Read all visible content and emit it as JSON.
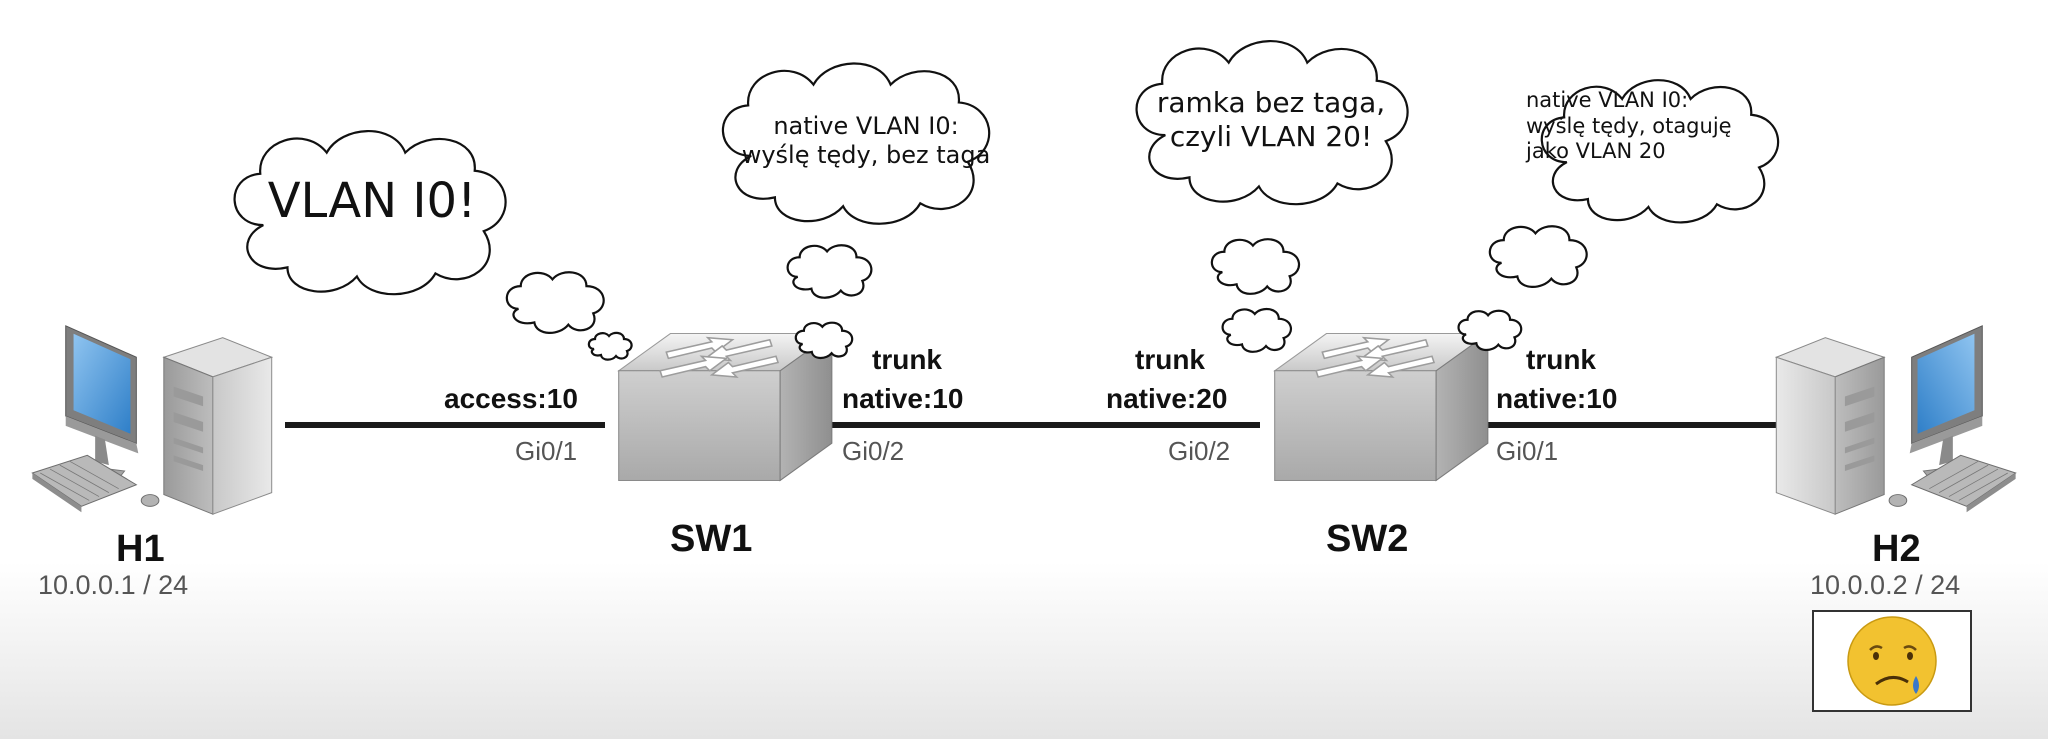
{
  "hosts": {
    "h1": {
      "name": "H1",
      "ip": "10.0.0.1 / 24"
    },
    "h2": {
      "name": "H2",
      "ip": "10.0.0.2 / 24"
    }
  },
  "switches": {
    "sw1": {
      "name": "SW1",
      "left_port": {
        "mode": "access:10",
        "iface": "Gi0/1"
      },
      "right_port": {
        "mode": "trunk",
        "native": "native:10",
        "iface": "Gi0/2"
      }
    },
    "sw2": {
      "name": "SW2",
      "left_port": {
        "mode": "trunk",
        "native": "native:20",
        "iface": "Gi0/2"
      },
      "right_port": {
        "mode": "trunk",
        "native": "native:10",
        "iface": "Gi0/1"
      }
    }
  },
  "thoughts": {
    "h1": {
      "lines": [
        "VLAN I0!"
      ]
    },
    "sw1": {
      "lines": [
        "native VLAN I0:",
        "wyślę tędy, bez taga"
      ]
    },
    "sw2_in": {
      "lines": [
        "ramka bez taga,",
        "czyli VLAN 20!"
      ]
    },
    "sw2_out": {
      "lines": [
        "native VLAN I0:",
        "wyślę tędy, otaguję",
        "jako VLAN 20"
      ]
    }
  },
  "h2_reaction": {
    "icon": "crying-face-icon"
  },
  "colors": {
    "cable": "#1a1a1a",
    "screen": "#3d8fd6",
    "face": "#f2c230",
    "tear": "#3a78c8"
  }
}
